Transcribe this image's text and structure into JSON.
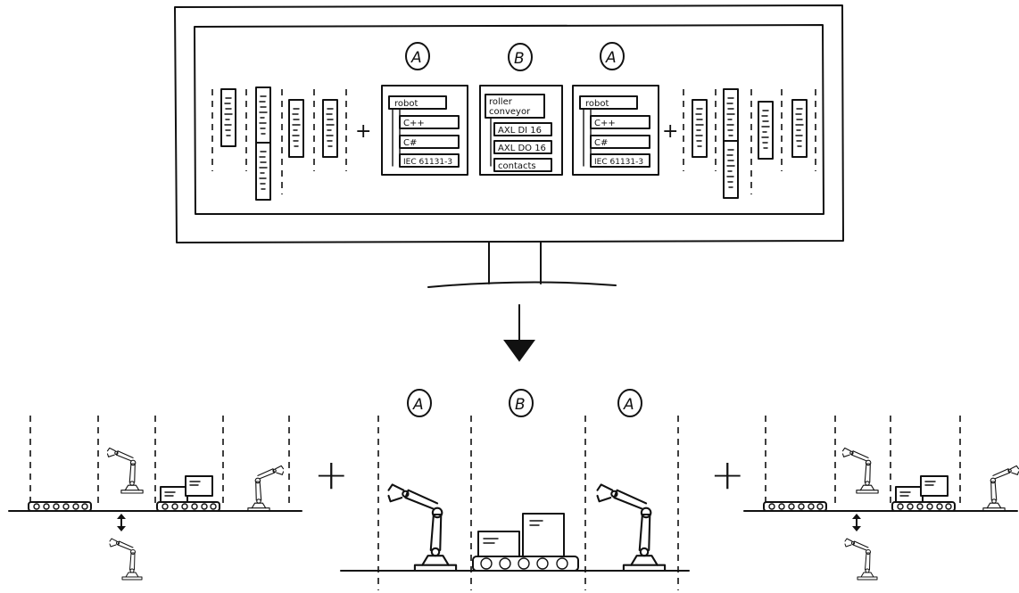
{
  "modules": {
    "a": {
      "label": "A",
      "root": "robot",
      "children": [
        "C++",
        "C#",
        "IEC 61131-3"
      ]
    },
    "b": {
      "label": "B",
      "root_line1": "roller",
      "root_line2": "conveyor",
      "children": [
        "AXL DI 16",
        "AXL DO 16",
        "contacts"
      ]
    }
  },
  "operators": {
    "plus": "+"
  },
  "icons": [
    "monitor-icon",
    "down-arrow-icon",
    "robot-arm-icon",
    "roller-conveyor-icon",
    "box-icon",
    "up-down-arrow-icon"
  ]
}
